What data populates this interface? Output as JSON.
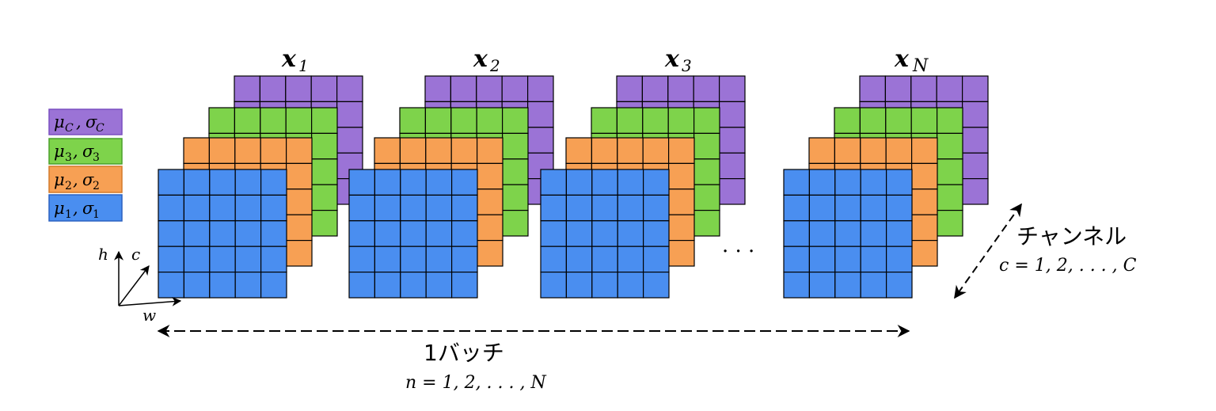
{
  "colors": {
    "blue": "#4a8ef0",
    "orange": "#f7a054",
    "green": "#7ed34b",
    "purple": "#9b73d6",
    "grid_stroke": "#000000"
  },
  "batch_labels": [
    {
      "base": "x",
      "sub": "1"
    },
    {
      "base": "x",
      "sub": "2"
    },
    {
      "base": "x",
      "sub": "3"
    },
    {
      "base": "x",
      "sub": "N"
    }
  ],
  "ellipsis": "· · ·",
  "legend": [
    {
      "text": "μ_C, σ_C",
      "mu_sub": "C",
      "sigma_sub": "C",
      "color": "purple"
    },
    {
      "text": "μ_3, σ_3",
      "mu_sub": "3",
      "sigma_sub": "3",
      "color": "green"
    },
    {
      "text": "μ_2, σ_2",
      "mu_sub": "2",
      "sigma_sub": "2",
      "color": "orange"
    },
    {
      "text": "μ_1, σ_1",
      "mu_sub": "1",
      "sigma_sub": "1",
      "color": "blue"
    }
  ],
  "axes": {
    "h": "h",
    "c": "c",
    "w": "w"
  },
  "batch": {
    "title": "1バッチ",
    "formula": "n = 1, 2, . . . , N"
  },
  "channel": {
    "title": "チャンネル",
    "formula": "c = 1, 2, . . . , C"
  }
}
